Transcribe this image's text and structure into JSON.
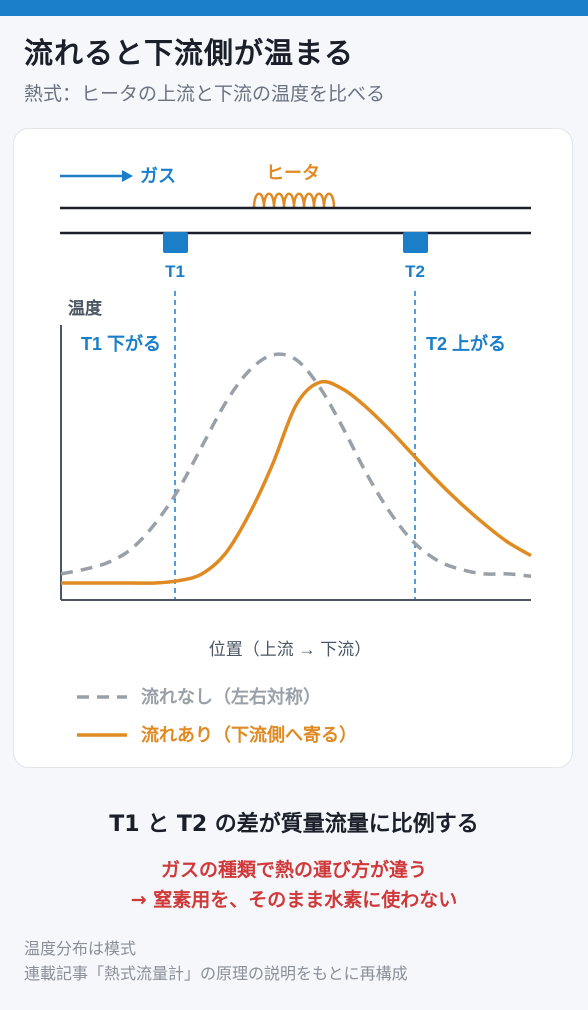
{
  "header": {
    "title": "流れると下流側が温まる",
    "subtitle": "熱式：ヒータの上流と下流の温度を比べる"
  },
  "diagram": {
    "gas_label": "ガス",
    "heater_label": "ヒータ",
    "sensor1_label": "T1",
    "sensor2_label": "T2",
    "y_axis_label": "温度",
    "t1_annotation": "T1 下がる",
    "t2_annotation": "T2 上がる",
    "x_axis_label": "位置（上流 → 下流）",
    "colors": {
      "accent": "#1a7fc8",
      "flow": "#e08a22",
      "noflow": "#9aa0a8"
    }
  },
  "legend": {
    "no_flow": "流れなし（左右対称）",
    "with_flow": "流れあり（下流側へ寄る）"
  },
  "summary": {
    "main": "T1 と T2 の差が質量流量に比例する",
    "warning_line1": "ガスの種類で熱の運び方が違う",
    "warning_line2": "→ 窒素用を、そのまま水素に使わない"
  },
  "footer": {
    "note1": "温度分布は模式",
    "note2": "連載記事「熱式流量計」の原理の説明をもとに再構成"
  },
  "chart_data": {
    "type": "line",
    "series": [
      {
        "name": "流れなし（左右対称）",
        "x": [
          0,
          0.05,
          0.1,
          0.15,
          0.2,
          0.25,
          0.3,
          0.35,
          0.4,
          0.45,
          0.5,
          0.55,
          0.6,
          0.65,
          0.7,
          0.75,
          0.8,
          0.85,
          0.9,
          0.95,
          1
        ],
        "y": [
          0.04,
          0.06,
          0.09,
          0.15,
          0.26,
          0.41,
          0.6,
          0.79,
          0.93,
          1.0,
          0.98,
          0.86,
          0.68,
          0.48,
          0.31,
          0.18,
          0.1,
          0.06,
          0.04,
          0.04,
          0.03
        ]
      },
      {
        "name": "流れあり（下流側へ寄る）",
        "x": [
          0,
          0.05,
          0.1,
          0.15,
          0.2,
          0.25,
          0.3,
          0.35,
          0.4,
          0.45,
          0.5,
          0.55,
          0.6,
          0.65,
          0.7,
          0.75,
          0.8,
          0.85,
          0.9,
          0.95,
          1
        ],
        "y": [
          0.0,
          0.0,
          0.0,
          0.0,
          0.0,
          0.01,
          0.04,
          0.13,
          0.3,
          0.52,
          0.78,
          0.88,
          0.85,
          0.77,
          0.67,
          0.56,
          0.45,
          0.35,
          0.26,
          0.18,
          0.12
        ]
      }
    ],
    "xlabel": "位置（上流 → 下流）",
    "ylabel": "温度",
    "grid": false
  }
}
